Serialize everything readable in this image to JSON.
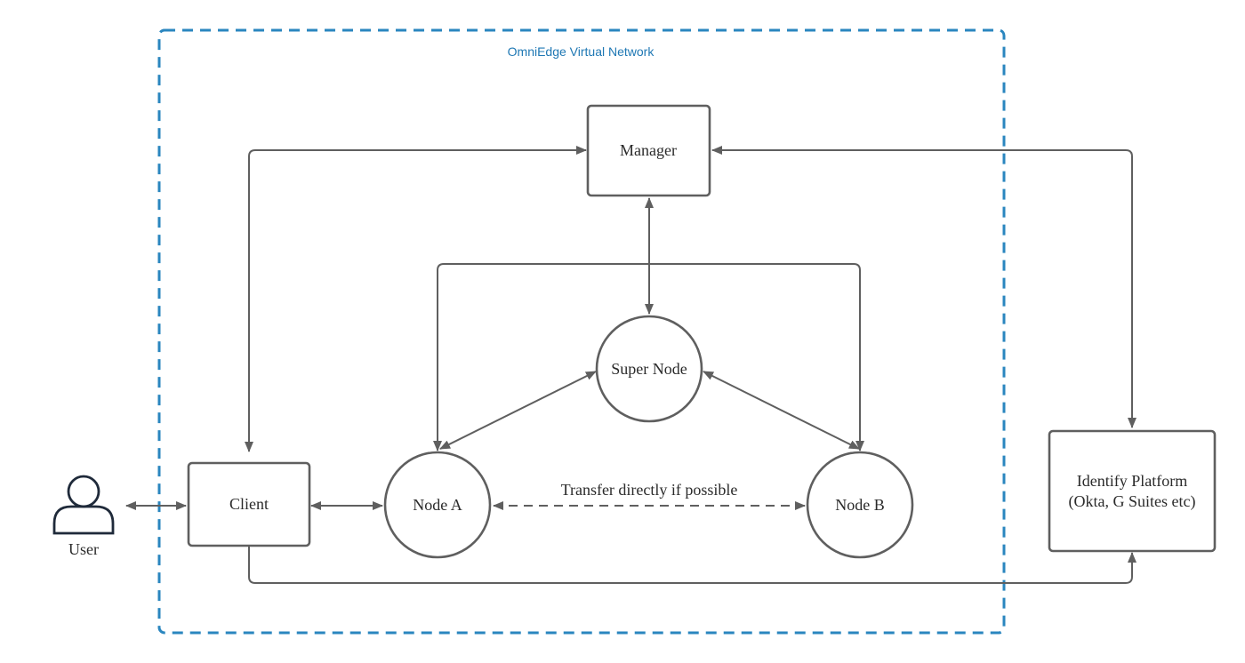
{
  "diagram": {
    "network_title": "OmniEdge Virtual Network",
    "nodes": {
      "manager": "Manager",
      "super_node": "Super Node",
      "client": "Client",
      "node_a": "Node A",
      "node_b": "Node B",
      "identity_line1": "Identify Platform",
      "identity_line2": "(Okta, G Suites etc)",
      "user": "User"
    },
    "edge_labels": {
      "direct_transfer": "Transfer directly if possible"
    }
  },
  "colors": {
    "network_border": "#2a86bf",
    "network_title": "#1f78b4",
    "stroke": "#5f5f5f",
    "user_icon": "#1f2a3a"
  }
}
